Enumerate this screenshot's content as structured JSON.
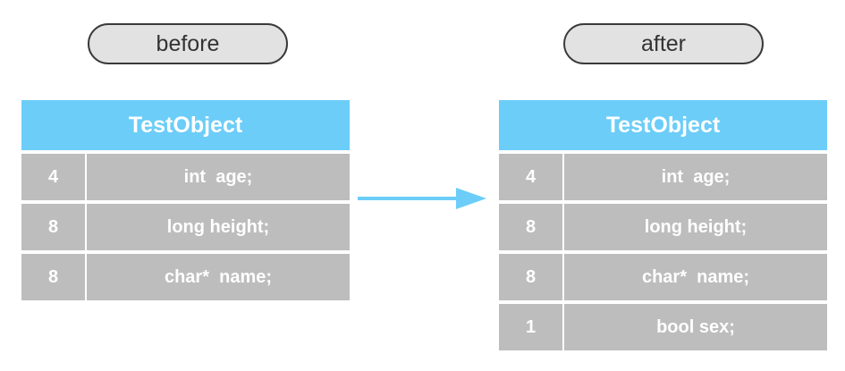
{
  "labels": {
    "before": "before",
    "after": "after"
  },
  "before": {
    "title": "TestObject",
    "fields": [
      {
        "size": "4",
        "decl": "int  age;"
      },
      {
        "size": "8",
        "decl": "long height;"
      },
      {
        "size": "8",
        "decl": "char*  name;"
      }
    ]
  },
  "after": {
    "title": "TestObject",
    "fields": [
      {
        "size": "4",
        "decl": "int  age;"
      },
      {
        "size": "8",
        "decl": "long height;"
      },
      {
        "size": "8",
        "decl": "char*  name;"
      },
      {
        "size": "1",
        "decl": "bool sex;"
      }
    ]
  },
  "colors": {
    "header": "#6ccdf8",
    "row": "#bdbdbd",
    "arrow": "#6ccdf8",
    "pill_fill": "#e2e2e2",
    "pill_border": "#3a3a3a"
  }
}
